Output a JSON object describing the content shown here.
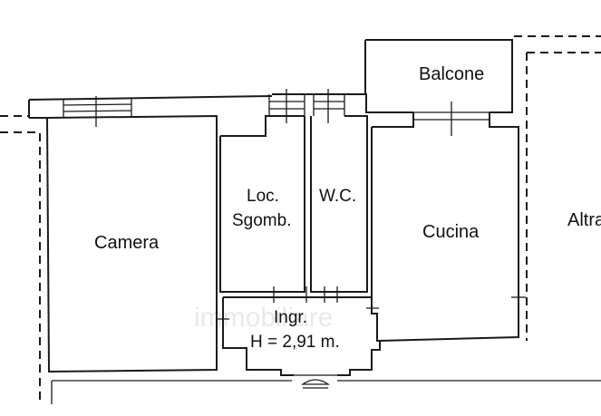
{
  "rooms": {
    "balcone": "Balcone",
    "camera": "Camera",
    "loc_line1": "Loc.",
    "loc_line2": "Sgomb.",
    "wc": "W.C.",
    "cucina": "Cucina",
    "altra": "Altra",
    "ingr": "Ingr.",
    "height": "H = 2,91 m."
  },
  "watermark": "immobiliare"
}
